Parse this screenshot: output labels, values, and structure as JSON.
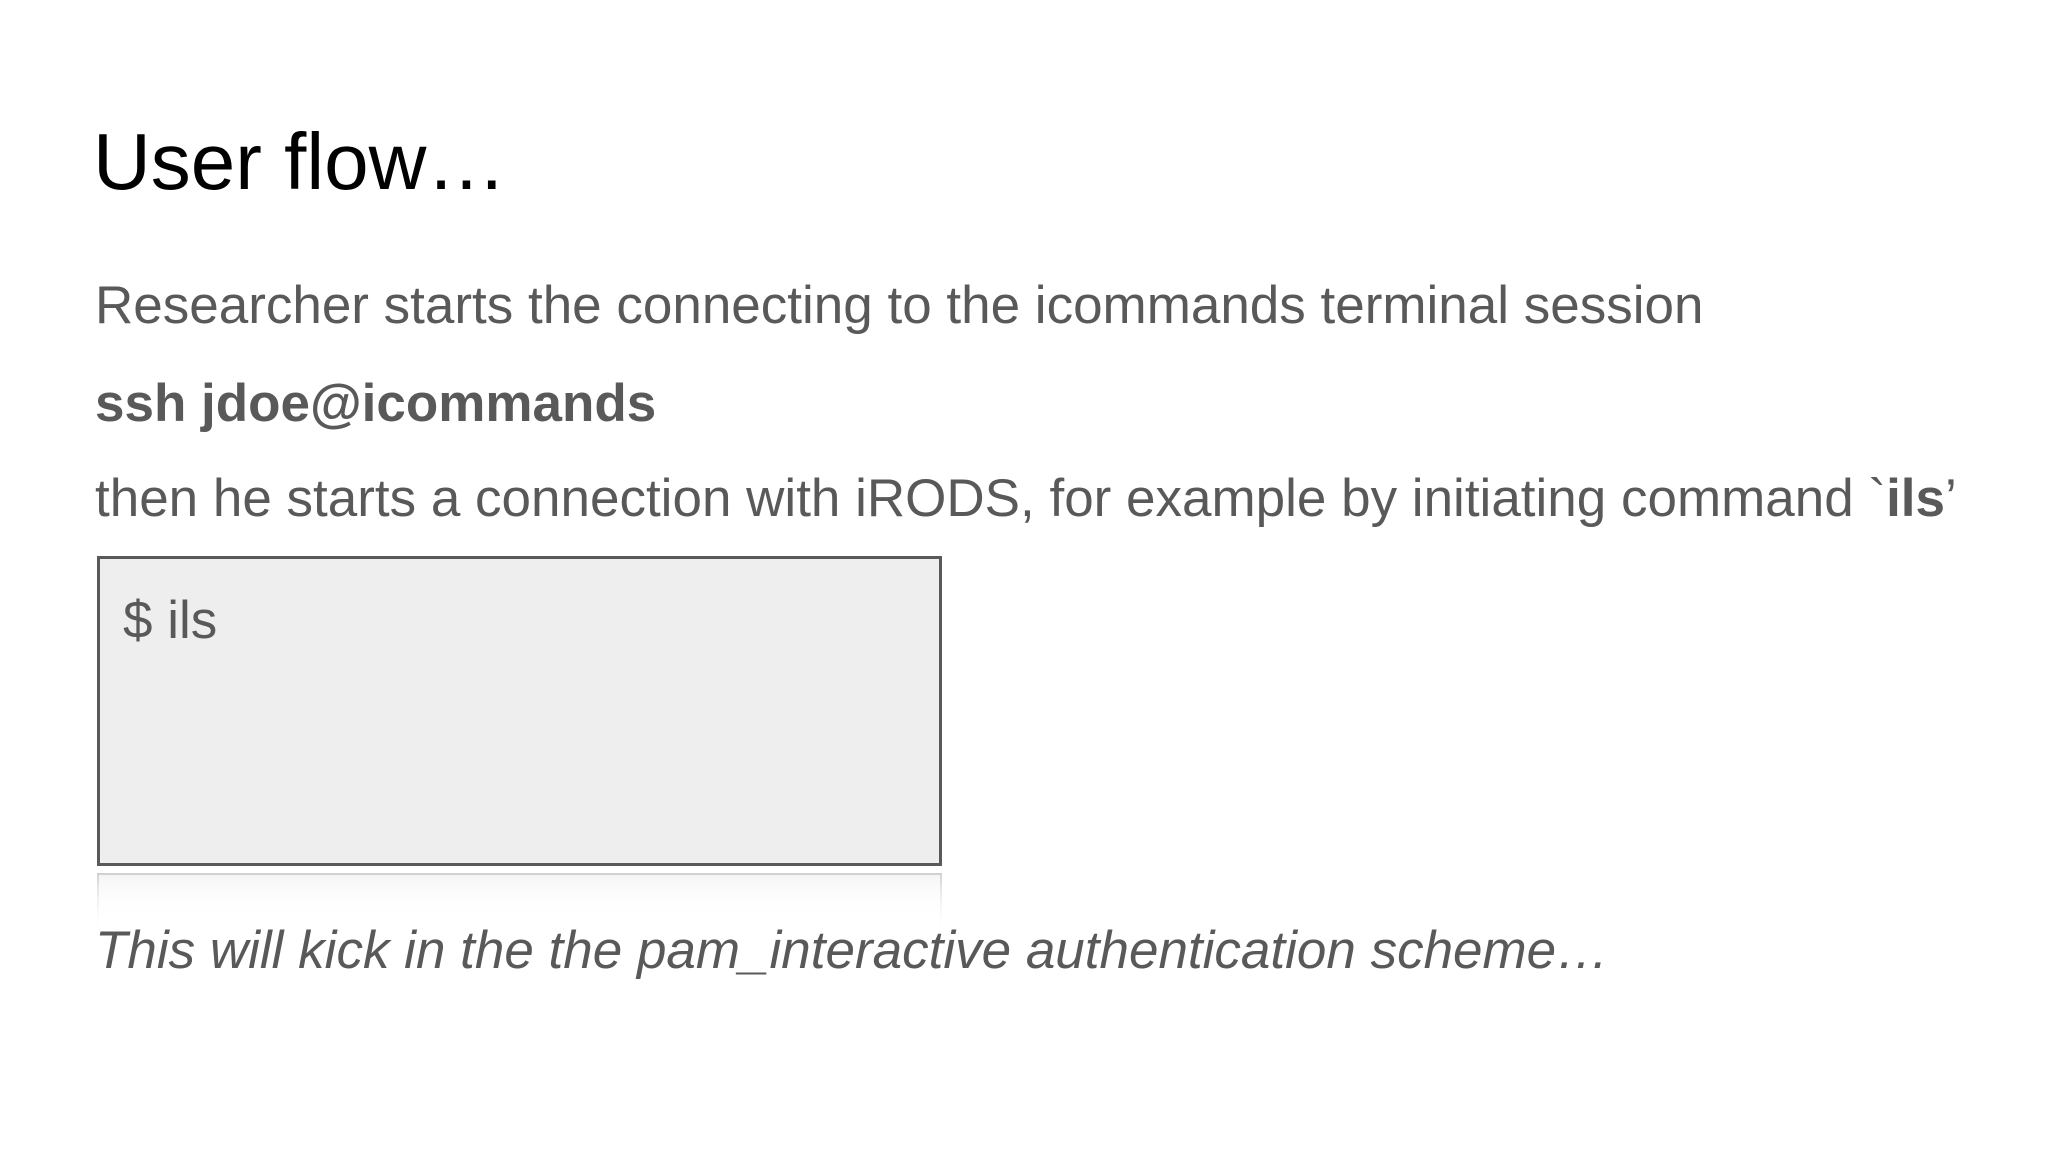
{
  "slide": {
    "title": "User flow…",
    "body": {
      "line1": "Researcher starts the connecting to the icommands terminal session",
      "line2": "ssh jdoe@icommands",
      "line3_prefix": "then he starts a connection with iRODS, for example by initiating command `",
      "line3_command": "ils",
      "line3_suffix": "’"
    },
    "terminal": {
      "content": "$ ils"
    },
    "caption": "This will kick in the the pam_interactive authentication scheme…",
    "colors": {
      "title_text": "#000000",
      "body_text": "#595959",
      "terminal_background": "#eeeeee",
      "terminal_border": "#595959",
      "slide_background": "#ffffff"
    }
  }
}
